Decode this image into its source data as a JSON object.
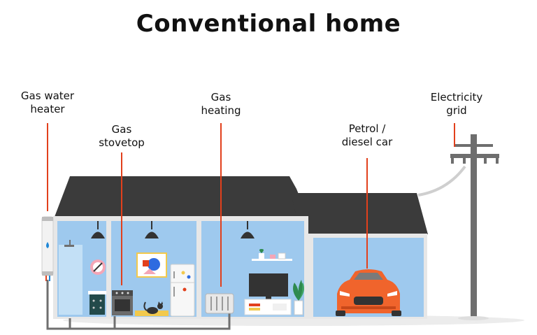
{
  "title": "Conventional home",
  "labels": {
    "water_heater": [
      "Gas water",
      "heater"
    ],
    "stovetop": [
      "Gas",
      "stovetop"
    ],
    "heating": [
      "Gas",
      "heating"
    ],
    "car": [
      "Petrol /",
      "diesel car"
    ],
    "grid": [
      "Electricity",
      "grid"
    ]
  },
  "colors": {
    "roof": "#3b3b3b",
    "wall": "#e7e7e7",
    "room": "#9ec9ee",
    "pointer": "#e2401c",
    "pipe": "#6f6f6f",
    "pole": "#6e6e6e",
    "car": "#f0642c",
    "ground": "#dedede"
  }
}
